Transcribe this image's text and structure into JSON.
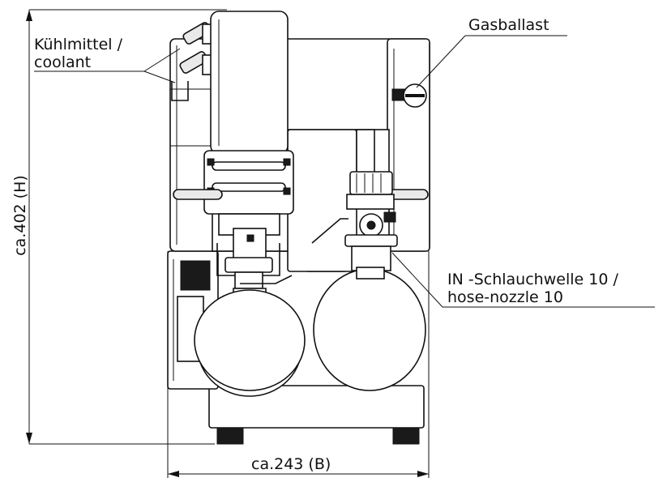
{
  "labels": {
    "coolant_de": "Kühlmittel /",
    "coolant_en": "coolant",
    "gas_ballast": "Gasballast",
    "inlet_de": "IN -Schlauchwelle 10 /",
    "inlet_en": "hose-nozzle 10",
    "height": "ca.402 (H)",
    "width": "ca.243 (B)"
  }
}
